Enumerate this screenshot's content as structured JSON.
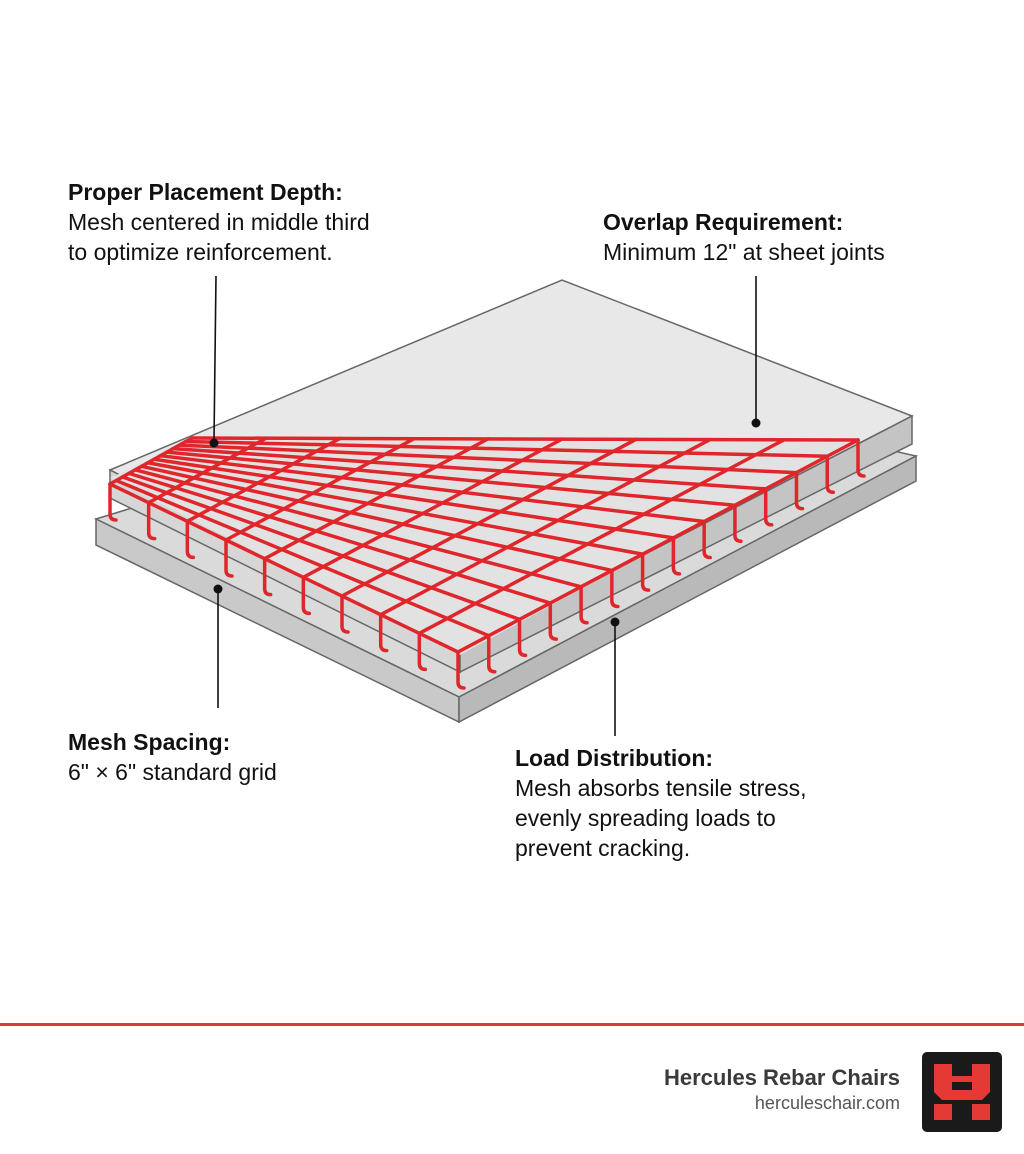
{
  "callouts": {
    "depth": {
      "title": "Proper Placement Depth:",
      "lines": [
        "Mesh centered in middle third",
        "to optimize reinforcement."
      ]
    },
    "overlap": {
      "title": "Overlap Requirement:",
      "lines": [
        "Minimum 12\" at sheet joints"
      ]
    },
    "spacing": {
      "title": "Mesh Spacing:",
      "lines": [
        "6\" × 6\" standard grid"
      ]
    },
    "load": {
      "title": "Load Distribution:",
      "lines": [
        "Mesh absorbs tensile stress,",
        "evenly spreading loads to",
        "prevent cracking."
      ]
    }
  },
  "footer": {
    "brand_name": "Hercules Rebar Chairs",
    "brand_url": "herculeschair.com"
  },
  "colors": {
    "accent": "#d93a3a",
    "mesh": "#e0262b",
    "slab_top": "#e6e6e6",
    "slab_side": "#d0d0d0",
    "logo_bg": "#1a1a1a"
  },
  "icons": {
    "logo": "hercules-logo-icon"
  }
}
